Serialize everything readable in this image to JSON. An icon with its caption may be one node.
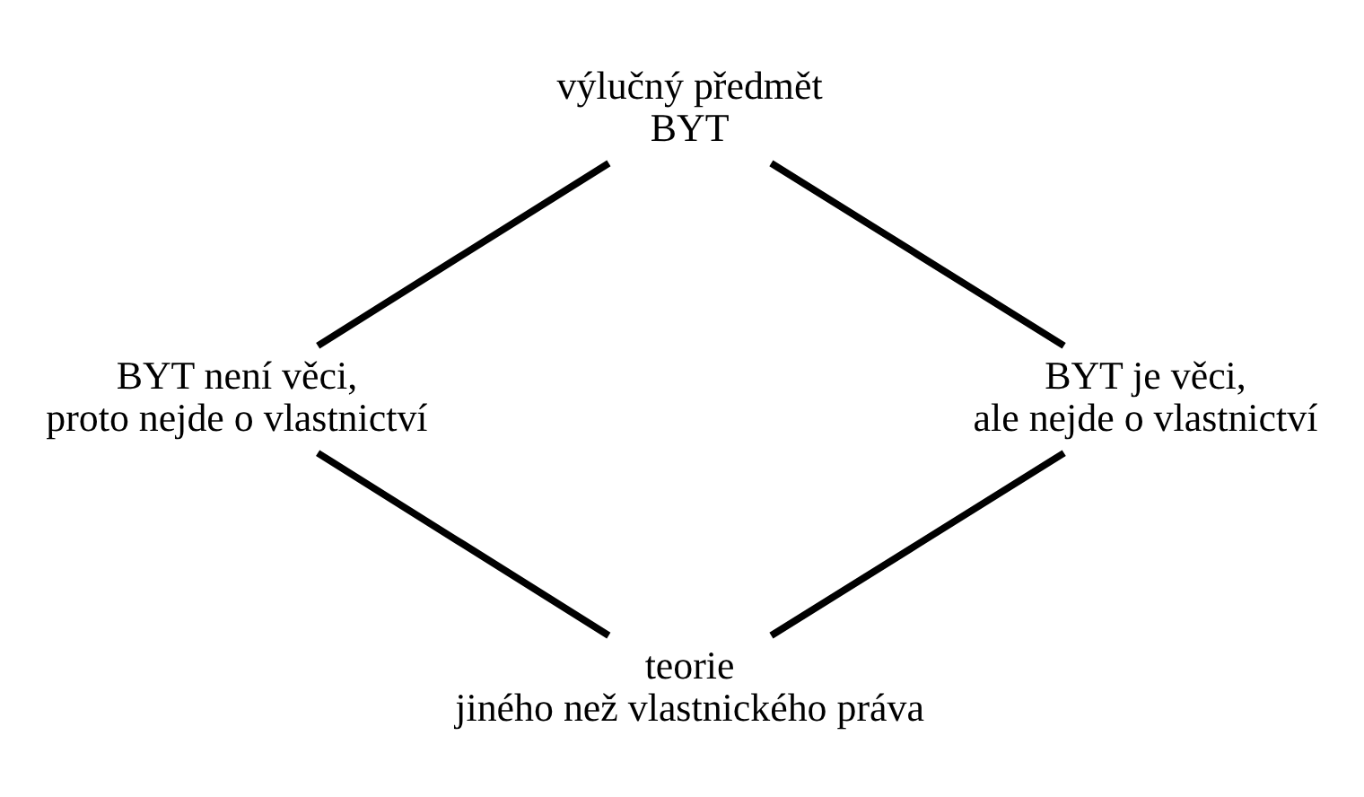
{
  "diagram": {
    "nodes": [
      {
        "text": [
          "výlučný předmět BYT"
        ]
      },
      {
        "text": [
          "BYT není věci, proto nejde o vlastnictví"
        ]
      },
      {
        "text": [
          "BYT je věci, ale nejde o vlastnictví"
        ]
      },
      {
        "text": [
          "teorie jiného než vlastnického práva"
        ]
      }
    ],
    "edges": [
      {
        "from": 0,
        "to": 1,
        "arrow": "none"
      },
      {
        "from": 0,
        "to": 2,
        "arrow": "none"
      },
      {
        "from": 1,
        "to": 3,
        "arrow": "none"
      },
      {
        "from": 2,
        "to": 3,
        "arrow": "none"
      }
    ]
  }
}
